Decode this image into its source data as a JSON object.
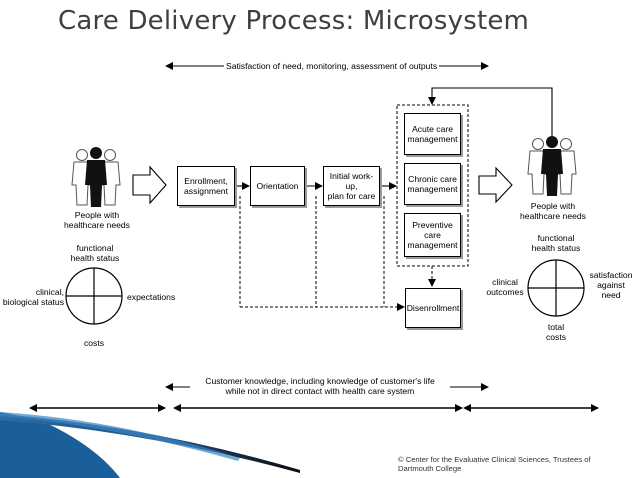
{
  "slide": {
    "title": "Care Delivery Process: Microsystem",
    "credit": "© Center for the Evaluative Clinical Sciences, Trustees of Dartmouth College"
  },
  "top_arrow": {
    "label": "Satisfaction of need, monitoring, assessment of outputs"
  },
  "bottom_arrow": {
    "line1": "Customer knowledge, including knowledge of customer's life",
    "line2": "while not in direct contact with health care system"
  },
  "left": {
    "people_label_1": "People with",
    "people_label_2": "healthcare needs",
    "compass_top_1": "functional",
    "compass_top_2": "health status",
    "compass_left_1": "clinical,",
    "compass_left_2": "biological status",
    "compass_right": "expectations",
    "compass_bottom": "costs"
  },
  "right": {
    "people_label_1": "People with",
    "people_label_2": "healthcare needs",
    "compass_top_1": "functional",
    "compass_top_2": "health status",
    "compass_left_1": "clinical",
    "compass_left_2": "outcomes",
    "compass_right_1": "satisfaction",
    "compass_right_2": "against",
    "compass_right_3": "need",
    "compass_bottom_1": "total",
    "compass_bottom_2": "costs"
  },
  "process": {
    "enrollment": "Enrollment,\nassignment",
    "orientation": "Orientation",
    "workup": "Initial work-up,\nplan for care",
    "acute": "Acute care\nmanagement",
    "chronic": "Chronic care\nmanagement",
    "preventive": "Preventive\ncare\nmanagement",
    "disenrollment": "Disenrollment"
  }
}
